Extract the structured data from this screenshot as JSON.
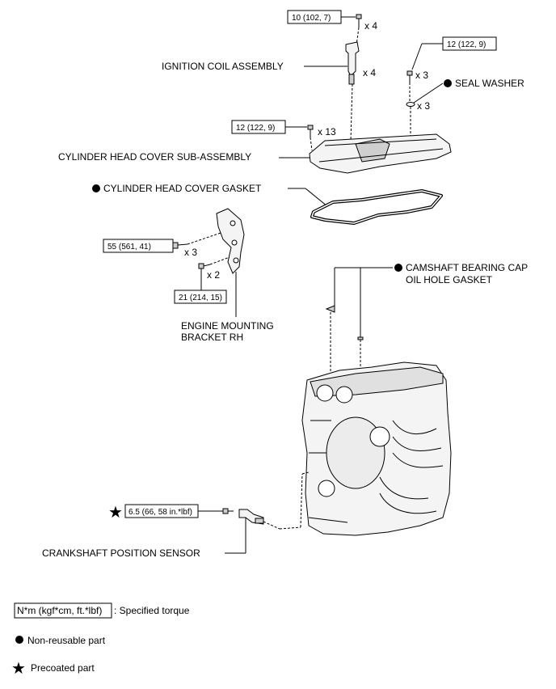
{
  "torques": {
    "coil_bolt": "10 (102, 7)",
    "cover_stud": "12 (122, 9)",
    "cover_bolt": "12 (122, 9)",
    "bracket_bolt_a": "55 (561, 41)",
    "bracket_bolt_b": "21 (214, 15)",
    "sensor_bolt": "6.5 (66, 58 in.*lbf)"
  },
  "quantities": {
    "coil_bolt": "x 4",
    "coil": "x 4",
    "stud": "x 3",
    "washer": "x 3",
    "cover_bolt": "x 13",
    "bracket_bolt_a": "x 3",
    "bracket_bolt_b": "x 2"
  },
  "labels": {
    "ignition_coil": "IGNITION COIL ASSEMBLY",
    "seal_washer": "SEAL WASHER",
    "cover": "CYLINDER HEAD COVER SUB-ASSEMBLY",
    "gasket": "CYLINDER HEAD COVER GASKET",
    "cam_gasket_1": "CAMSHAFT BEARING CAP",
    "cam_gasket_2": "OIL HOLE GASKET",
    "bracket_1": "ENGINE MOUNTING",
    "bracket_2": "BRACKET RH",
    "crank_sensor": "CRANKSHAFT POSITION SENSOR"
  },
  "legend": {
    "torque_box": "N*m (kgf*cm, ft.*lbf)",
    "torque_text": ": Specified torque",
    "nonreusable": "Non-reusable part",
    "precoated": "Precoated part"
  }
}
